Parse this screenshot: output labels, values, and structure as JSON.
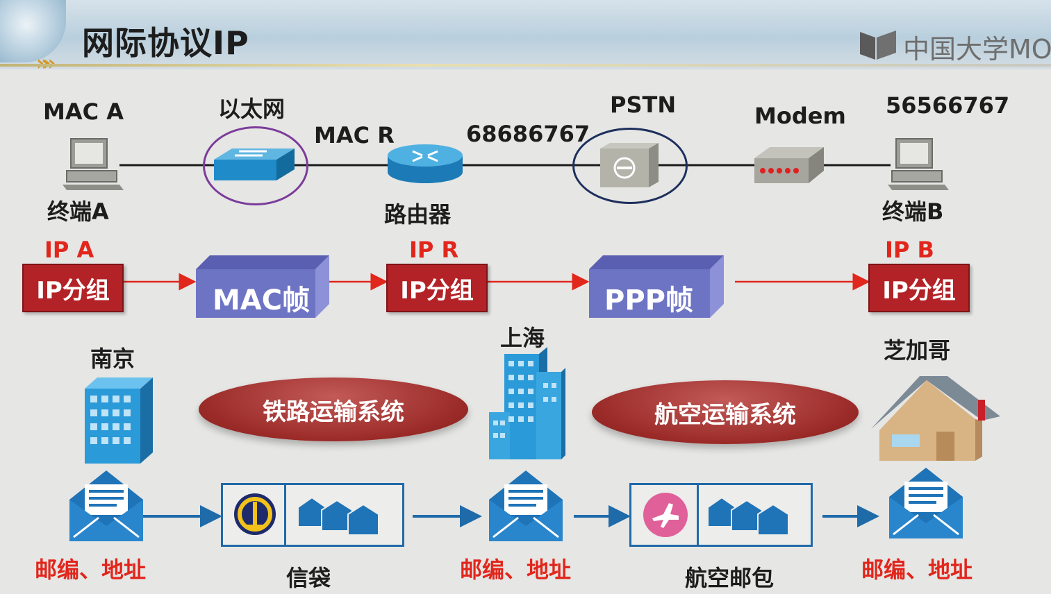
{
  "header": {
    "title": "网际协议IP",
    "brand": "中国大学MO"
  },
  "network": {
    "mac_a": "MAC A",
    "ethernet": "以太网",
    "mac_r": "MAC R",
    "phone_r": "68686767",
    "pstn": "PSTN",
    "modem": "Modem",
    "phone_b": "56566767",
    "terminal_a": "终端A",
    "router": "路由器",
    "terminal_b": "终端B"
  },
  "protocol": {
    "ip_a": "IP A",
    "ip_r": "IP R",
    "ip_b": "IP B",
    "packet_1": "IP分组",
    "packet_2": "IP分组",
    "packet_3": "IP分组",
    "mac_frame": "MAC帧",
    "ppp_frame": "PPP帧"
  },
  "analogy": {
    "nanjing": "南京",
    "shanghai": "上海",
    "chicago": "芝加哥",
    "rail": "铁路运输系统",
    "air": "航空运输系统",
    "address_1": "邮编、地址",
    "address_2": "邮编、地址",
    "address_3": "邮编、地址",
    "mailbag": "信袋",
    "airmail": "航空邮包"
  },
  "colors": {
    "red": "#e1261c",
    "packet": "#b32226",
    "frame": "#6e74c4",
    "blue": "#1f6aa8"
  }
}
